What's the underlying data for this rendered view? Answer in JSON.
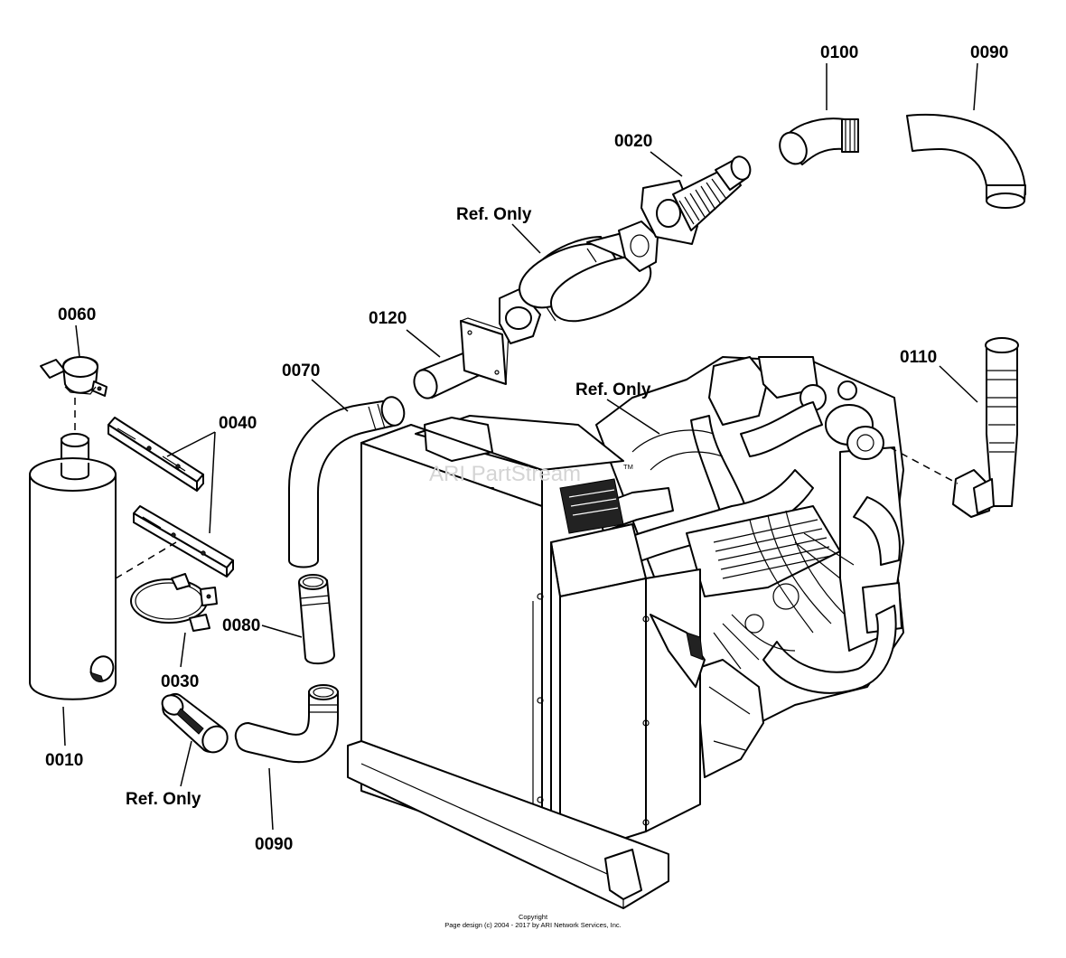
{
  "labels": {
    "p0010": "0010",
    "p0020": "0020",
    "p0030": "0030",
    "p0040": "0040",
    "p0060": "0060",
    "p0070": "0070",
    "p0080": "0080",
    "p0090_top": "0090",
    "p0090_bottom": "0090",
    "p0100": "0100",
    "p0110": "0110",
    "p0120": "0120",
    "ref_catalyst": "Ref. Only",
    "ref_engine": "Ref. Only",
    "ref_coupler": "Ref. Only"
  },
  "watermark": "ARI PartStream",
  "watermark_tm": "TM",
  "footer": {
    "line1": "Copyright",
    "line2": "Page design (c) 2004 - 2017 by ARI Network Services, Inc."
  }
}
